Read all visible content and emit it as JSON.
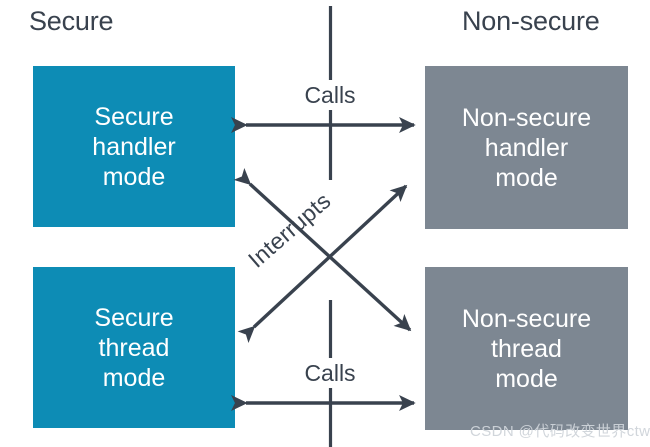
{
  "diagram": {
    "title_left": "Secure",
    "title_right": "Non-secure",
    "colors": {
      "secure": "#0d8cb5",
      "nonsecure": "#7d8792",
      "line": "#39424e",
      "text_dark": "#39424e",
      "text_light": "#ffffff",
      "background": "#ffffff"
    },
    "boxes": [
      {
        "id": "secure-handler",
        "lines": [
          "Secure",
          "handler",
          "mode"
        ],
        "fill": "#0d8cb5"
      },
      {
        "id": "nonsecure-handler",
        "lines": [
          "Non-secure",
          "handler",
          "mode"
        ],
        "fill": "#7d8792"
      },
      {
        "id": "secure-thread",
        "lines": [
          "Secure",
          "thread",
          "mode"
        ],
        "fill": "#0d8cb5"
      },
      {
        "id": "nonsecure-thread",
        "lines": [
          "Non-secure",
          "thread",
          "mode"
        ],
        "fill": "#7d8792"
      }
    ],
    "connectors": [
      {
        "id": "calls-top",
        "label": "Calls",
        "style": "double-arrow-horizontal"
      },
      {
        "id": "calls-bottom",
        "label": "Calls",
        "style": "double-arrow-horizontal"
      },
      {
        "id": "interrupts",
        "label": "Interrupts",
        "style": "double-arrow-diagonal-cross"
      }
    ],
    "divider": {
      "orientation": "vertical",
      "label": ""
    },
    "watermark": "CSDN @代码改变世界ctw"
  }
}
